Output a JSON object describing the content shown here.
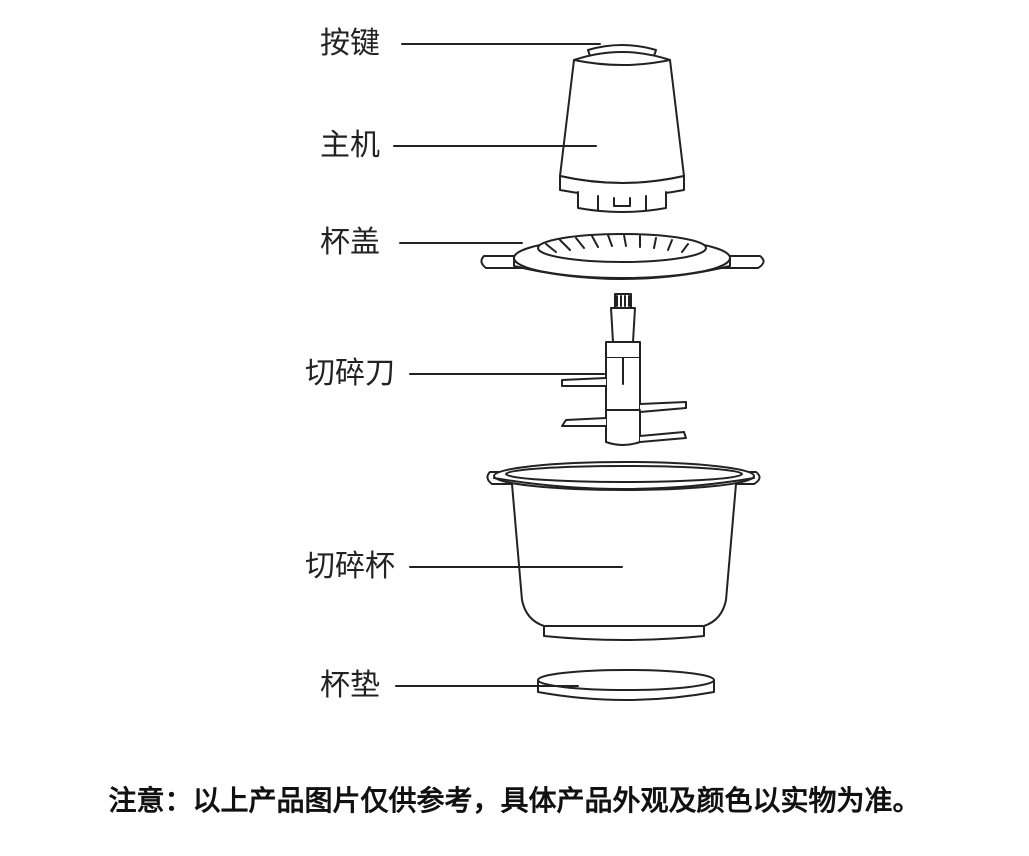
{
  "labels": {
    "button": "按键",
    "main_unit": "主机",
    "lid": "杯盖",
    "blade": "切碎刀",
    "bowl": "切碎杯",
    "pad": "杯垫"
  },
  "note": "注意：以上产品图片仅供参考，具体产品外观及颜色以实物为准。",
  "colors": {
    "line": "#222222",
    "fill": "#ffffff"
  }
}
